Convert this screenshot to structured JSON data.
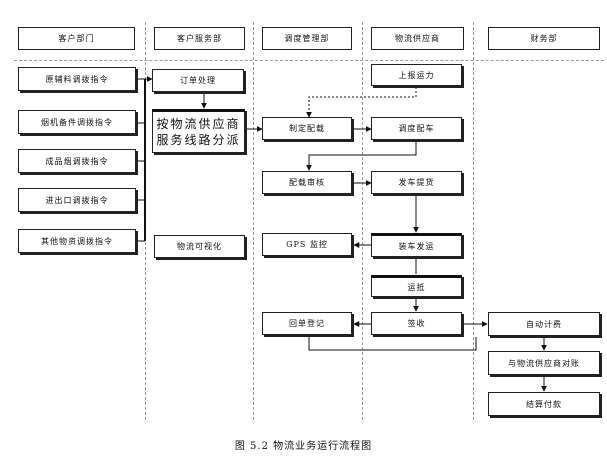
{
  "lanes": {
    "customer_dept": "客户部门",
    "customer_service": "客户服务部",
    "dispatch": "调度管理部",
    "logistics_supplier": "物流供应商",
    "finance": "财务部"
  },
  "nodes": {
    "raw_materials_order": "原辅料调拨指令",
    "machine_parts_order": "烟机备件调拨指令",
    "finished_goods_order": "成品烟调拨指令",
    "import_export_order": "进出口调拨指令",
    "other_goods_order": "其他物资调拨指令",
    "order_processing": "订单处理",
    "route_dispatch": "按物流供应商服务线路分派",
    "logistics_visualization": "物流可视化",
    "make_loading_plan": "制定配载",
    "loading_review": "配载审核",
    "gps_monitoring": "GPS 监控",
    "receipt_registration": "回单登记",
    "report_capacity": "上报运力",
    "dispatch_vehicles": "调度配车",
    "dispatch_goods": "发车提货",
    "loading_shipping": "装车发运",
    "transport": "运抵",
    "sign_receipt": "签收",
    "auto_billing": "自动计费",
    "supplier_reconciliation": "与物流供应商对账",
    "settlement_payment": "结算付款"
  },
  "caption": "图 5.2    物流业务运行流程图"
}
